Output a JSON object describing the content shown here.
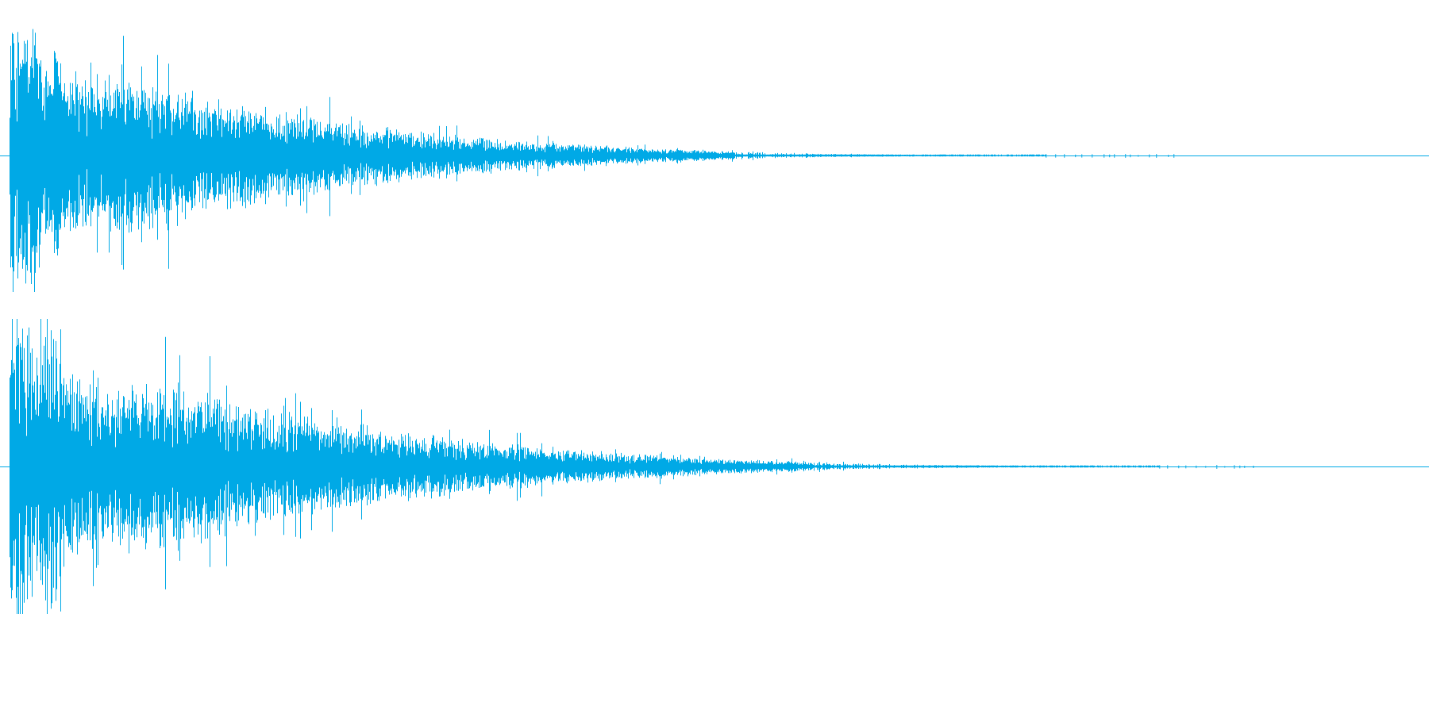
{
  "waveform": {
    "channels": [
      {
        "name": "top-channel",
        "color": "#00a9e6",
        "peak_amplitude": 0.98,
        "decay_fraction": 0.73
      },
      {
        "name": "bottom-channel",
        "color": "#00a9e6",
        "peak_amplitude": 1.0,
        "decay_fraction": 0.81
      }
    ]
  }
}
